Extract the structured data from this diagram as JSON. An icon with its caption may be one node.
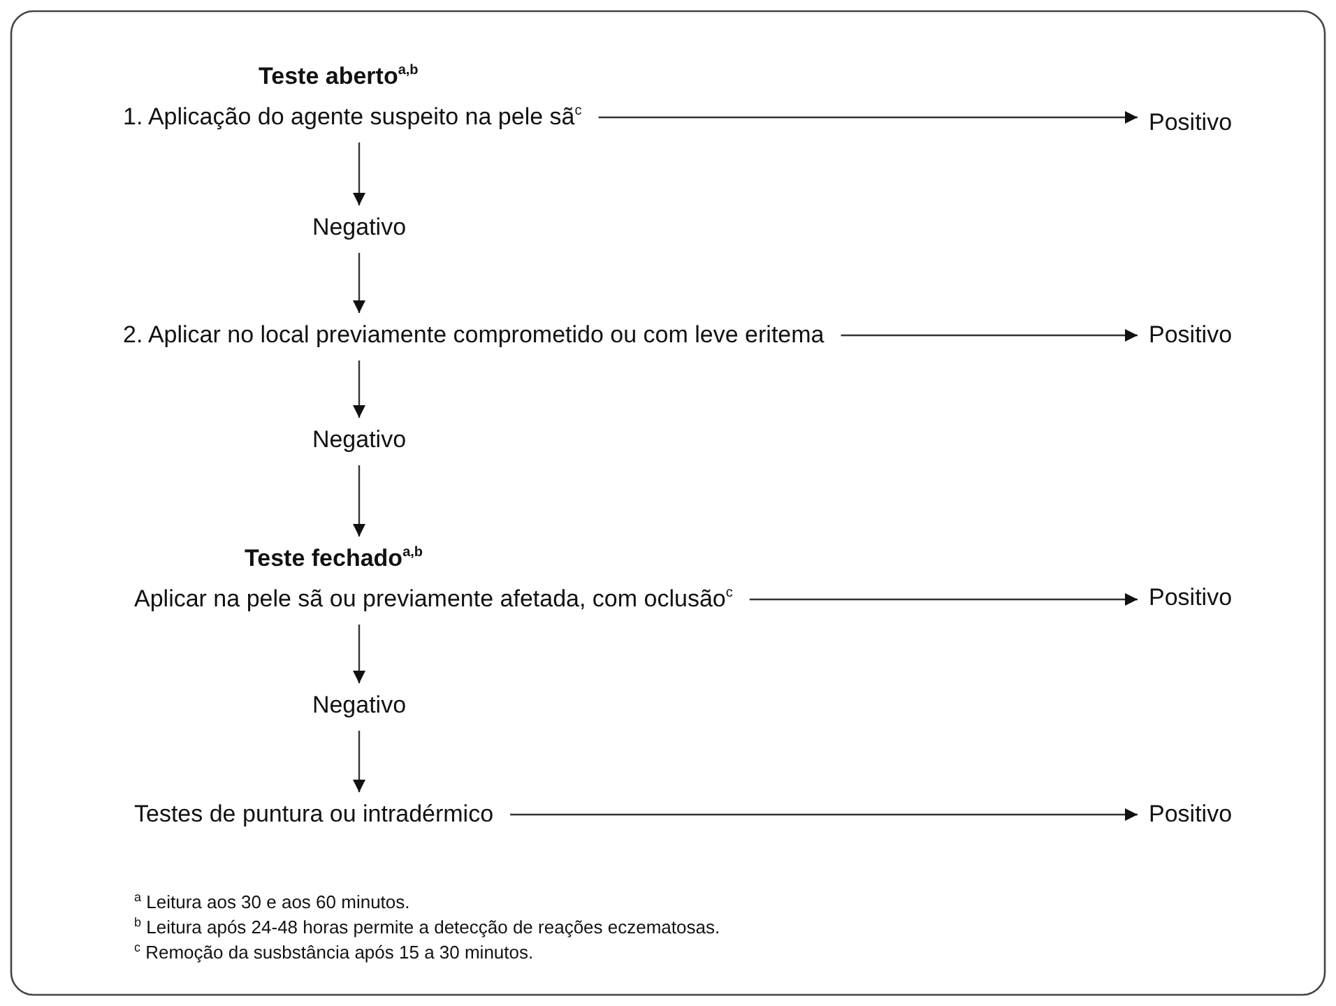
{
  "diagram": {
    "nodes": [
      {
        "text": [
          "Teste aberto$^{a,b}$",
          "1. Aplicação do agente suspeito na pele sã$^{c}$"
        ]
      },
      {
        "text": [
          "Positivo"
        ]
      },
      {
        "text": [
          "Negativo"
        ]
      },
      {
        "text": [
          "2. Aplicar no local previamente comprometido ou com leve eritema"
        ]
      },
      {
        "text": [
          "Positivo"
        ]
      },
      {
        "text": [
          "Negativo"
        ]
      },
      {
        "text": [
          "Teste fechado$^{a,b}$",
          "Aplicar na pele sã ou previamente afetada, com oclusão$^{c}$"
        ]
      },
      {
        "text": [
          "Positivo"
        ]
      },
      {
        "text": [
          "Negativo"
        ]
      },
      {
        "text": [
          "Testes de puntura ou intradérmico"
        ]
      },
      {
        "text": [
          "Positivo"
        ]
      }
    ],
    "edges": [
      {
        "from": 0,
        "to": 1,
        "arrow": "to"
      },
      {
        "from": 0,
        "to": 2,
        "arrow": "to"
      },
      {
        "from": 2,
        "to": 3,
        "arrow": "to"
      },
      {
        "from": 3,
        "to": 4,
        "arrow": "to"
      },
      {
        "from": 3,
        "to": 5,
        "arrow": "to"
      },
      {
        "from": 5,
        "to": 6,
        "arrow": "to"
      },
      {
        "from": 6,
        "to": 7,
        "arrow": "to"
      },
      {
        "from": 6,
        "to": 8,
        "arrow": "to"
      },
      {
        "from": 8,
        "to": 9,
        "arrow": "to"
      },
      {
        "from": 9,
        "to": 10,
        "arrow": "to"
      }
    ],
    "labels": [
      "$^{a}$ Leitura aos 30 e aos 60 minutos.",
      "$^{b}$ Leitura após 24-48 horas permite a detecção de reações eczematosas.",
      "$^{c}$ Remoção da susbstância após 15 a 30 minutos."
    ]
  }
}
